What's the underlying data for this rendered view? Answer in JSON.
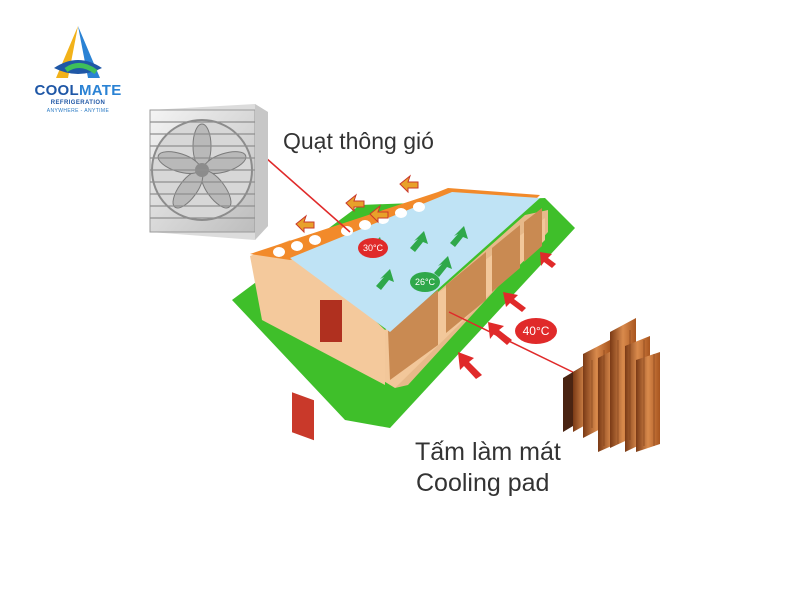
{
  "logo": {
    "brand_part1": "COOL",
    "brand_part2": "MATE",
    "subtitle": "REFRIGERATION",
    "tagline": "ANYWHERE - ANYTIME"
  },
  "labels": {
    "fan": "Quạt thông gió",
    "pad_line1": "Tấm làm mát",
    "pad_line2": "Cooling pad"
  },
  "temperatures": {
    "fan_side": "30°C",
    "inside": "26°C",
    "outside": "40°C"
  },
  "colors": {
    "grass": "#3fbf2a",
    "roof": "#bfe3f5",
    "wall": "#f2c79a",
    "hot": "#e02a2a",
    "cool": "#2fa84a",
    "pad": "#c9743a"
  },
  "icons": [
    "fan-icon",
    "cooling-pad-icon",
    "airflow-arrow-icon"
  ]
}
